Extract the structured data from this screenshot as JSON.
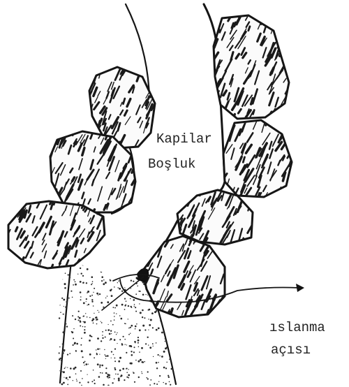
{
  "labels": {
    "capillary_line1": "Kapilar",
    "capillary_line2": "Boşluk",
    "wetting_line1": "ıslanma",
    "wetting_line2": "açısı"
  }
}
